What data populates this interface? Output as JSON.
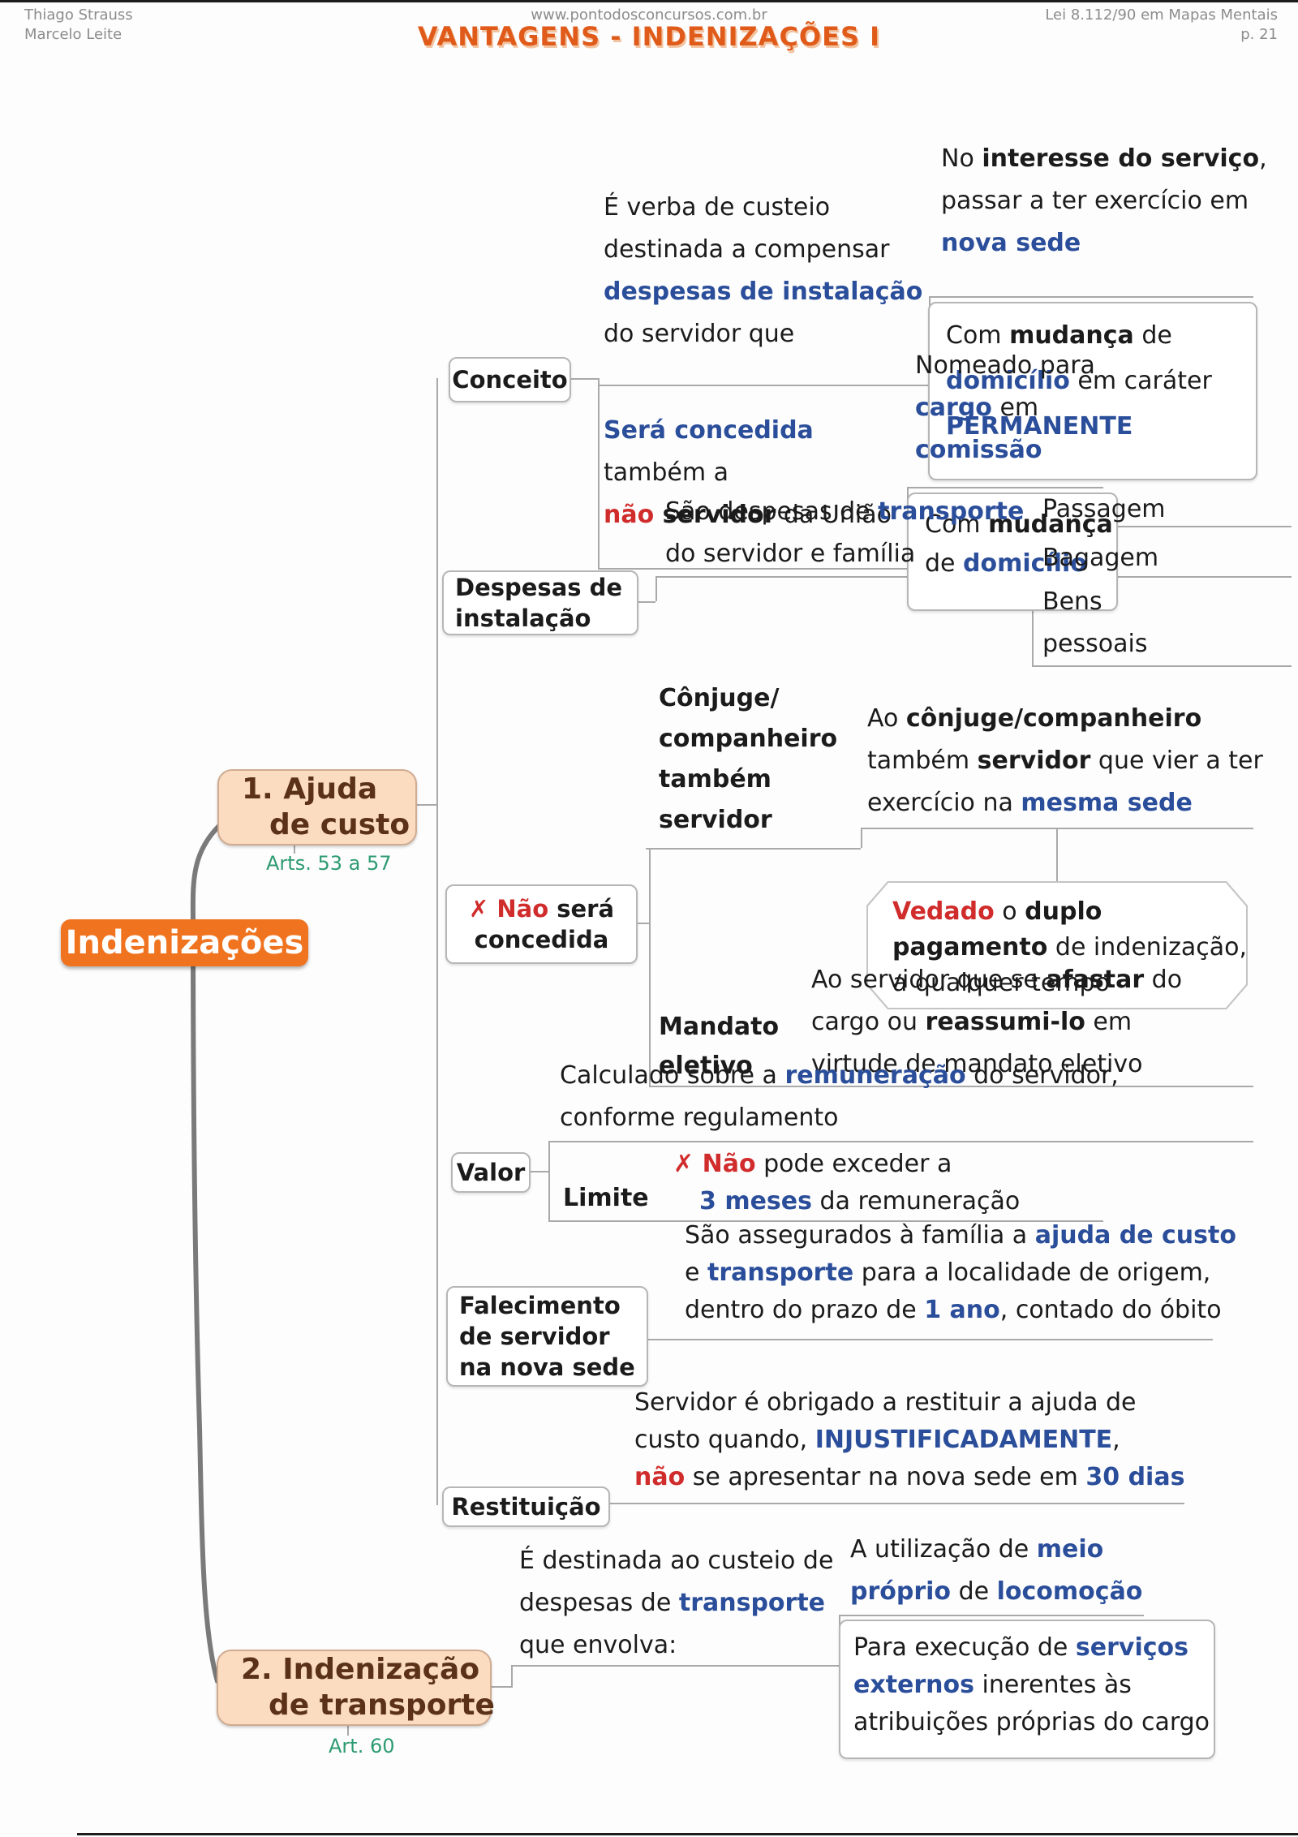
{
  "colors": {
    "accent_orange": "#f0741f",
    "title_orange": "#e05a1a",
    "blue": "#2b4e9b",
    "red": "#d12c2c",
    "green": "#2d9b72",
    "peach_bg": "#fbdcc1",
    "brown_text": "#5b3217"
  },
  "header": {
    "author_line1": "Thiago Strauss",
    "author_line2": "Marcelo Leite",
    "url": "www.pontodosconcursos.com.br",
    "right_line1": "Lei 8.112/90 em Mapas Mentais",
    "right_line2": "p. 21",
    "title": "VANTAGENS - INDENIZAÇÕES I"
  },
  "root": {
    "label": "Indenizações"
  },
  "topics": {
    "ajuda": {
      "line1": "1. Ajuda",
      "line2": "de custo",
      "caption": "Arts. 53 a 57"
    },
    "transporte": {
      "line1": "2. Indenização",
      "line2": "de transporte",
      "caption": "Art. 60"
    }
  },
  "boxes": {
    "conceito": {
      "l1": "Conceito"
    },
    "despesas": {
      "l1": "Despesas de",
      "l2": "instalação"
    },
    "nao_sera": {
      "x": "✗",
      "a": "Não",
      "b": " será",
      "l2": "concedida"
    },
    "valor": {
      "l1": "Valor"
    },
    "falecimento": {
      "l1": "Falecimento",
      "l2": "de servidor",
      "l3": "na nova sede"
    },
    "restituicao": {
      "l1": "Restituição"
    }
  },
  "labels": {
    "conjuge": {
      "l1": "Cônjuge/",
      "l2": "companheiro",
      "l3": "também",
      "l4": "servidor"
    },
    "mandato": {
      "l1": "Mandato",
      "l2": "eletivo"
    },
    "limite": {
      "l1": "Limite"
    }
  },
  "leaves": {
    "verba": {
      "a": "É verba de custeio",
      "b": "destinada a compensar",
      "c": "despesas de instalação",
      "d": "do servidor que"
    },
    "interesse": {
      "a": "No ",
      "b": "interesse do serviço",
      "c": ",",
      "d": "passar a ter exercício em",
      "e": "nova sede"
    },
    "permanente": {
      "a": "Com ",
      "b": "mudança",
      "c": " de",
      "d": "domicílio",
      "e": " em caráter",
      "f": "PERMANENTE"
    },
    "sera": {
      "a": "Será concedida",
      "b": "também a",
      "c": "não",
      "d": " servidor",
      "e": " da União"
    },
    "nomeado": {
      "a": "Nomeado para",
      "b": "cargo",
      "c": " em",
      "d": "comissão"
    },
    "mudanca": {
      "a": "Com ",
      "b": "mudança",
      "c": "de ",
      "d": "domicílio"
    },
    "sao_despesas": {
      "a": "São despesas de ",
      "b": "transporte",
      "c": "do servidor e família"
    },
    "passagem": {
      "a": "Passagem"
    },
    "bagagem": {
      "a": "Bagagem"
    },
    "bens": {
      "a": "Bens",
      "b": "pessoais"
    },
    "ao_conjuge": {
      "a": "Ao ",
      "b": "cônjuge/companheiro",
      "c": "também ",
      "d": "servidor",
      "e": " que vier a ter",
      "f": "exercício na ",
      "g": "mesma sede"
    },
    "vedado": {
      "a": "Vedado",
      "b": " o ",
      "c": "duplo",
      "d": "pagamento",
      "e": " de indenização,",
      "f": "a qualquer tempo"
    },
    "mandato_el": {
      "a": "Ao servidor que se ",
      "b": "afastar",
      "c": " do",
      "d": "cargo ou ",
      "e": "reassumi-lo",
      "f": " em",
      "g": "virtude de mandato eletivo"
    },
    "calculado": {
      "a": "Calculado sobre a ",
      "b": "remuneração",
      "c": " do servidor,",
      "d": "conforme regulamento"
    },
    "nao_pode": {
      "x": "✗ ",
      "a": "Não",
      "b": " pode exceder a",
      "c": "3 meses",
      "d": " da remuneração"
    },
    "assegurados": {
      "a": "São assegurados à família a ",
      "b": "ajuda de custo",
      "c": "e ",
      "d": "transporte",
      "e": " para a localidade de origem,",
      "f": "dentro do prazo de ",
      "g": "1 ano",
      "h": ", contado do óbito"
    },
    "restituir": {
      "a": "Servidor é obrigado a restituir a ajuda de",
      "b": "custo quando, ",
      "c": "INJUSTIFICADAMENTE",
      "d": ",",
      "e": "não",
      "f": " se apresentar na nova sede em ",
      "g": "30 dias"
    },
    "destinada": {
      "a": "É destinada ao custeio de",
      "b": "despesas de ",
      "c": "transporte",
      "d": "que envolva:"
    },
    "utilizacao": {
      "a": "A utilização de ",
      "b": "meio",
      "c": "próprio",
      "d": " de ",
      "e": "locomoção"
    },
    "execucao": {
      "a": "Para execução de ",
      "b": "serviços",
      "c": "externos",
      "d": " inerentes às",
      "e": "atribuições próprias do cargo"
    }
  }
}
